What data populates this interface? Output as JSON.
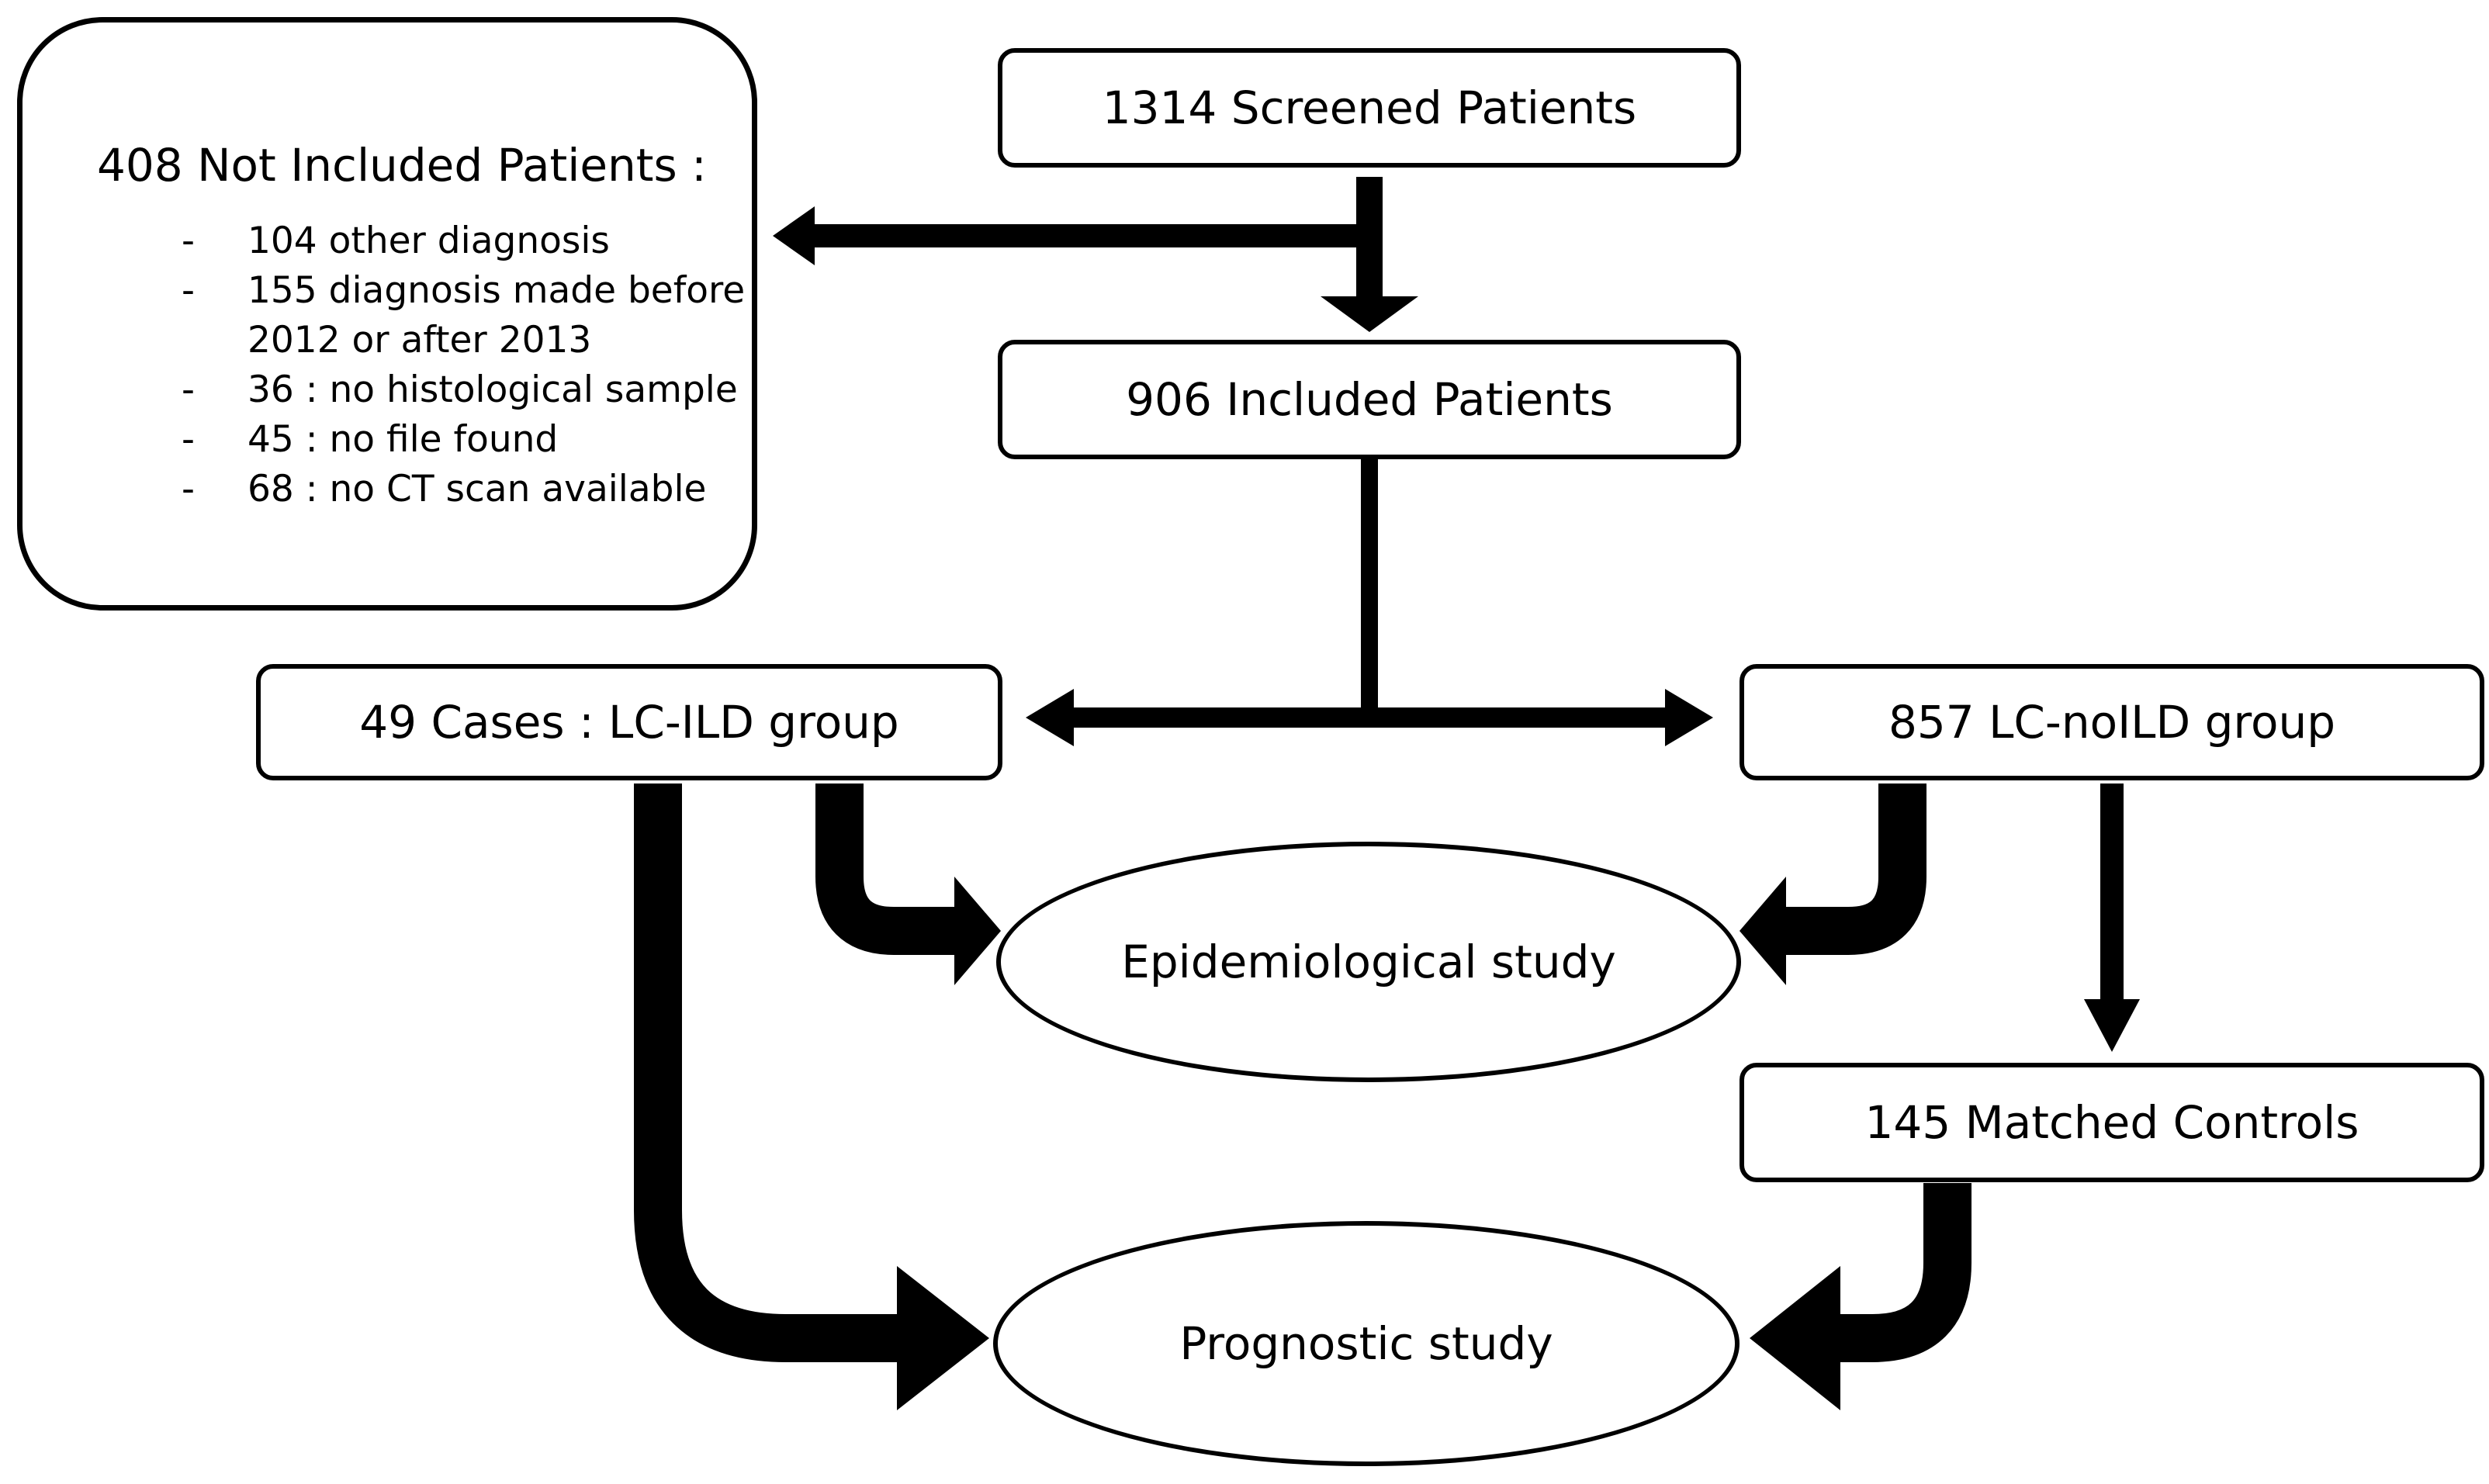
{
  "screened": "1314 Screened Patients",
  "not_included": {
    "title": "408 Not Included Patients :",
    "items": [
      [
        "104 other diagnosis"
      ],
      [
        "155 diagnosis made before",
        "2012 or after 2013"
      ],
      [
        "36 : no histological sample"
      ],
      [
        "45 : no file found"
      ],
      [
        "68 : no CT scan available"
      ]
    ]
  },
  "included": "906 Included Patients",
  "lc_ild": "49 Cases : LC-ILD group",
  "lc_noild": "857 LC-noILD group",
  "matched": "145 Matched Controls",
  "epidemiological": "Epidemiological study",
  "prognostic": "Prognostic study"
}
